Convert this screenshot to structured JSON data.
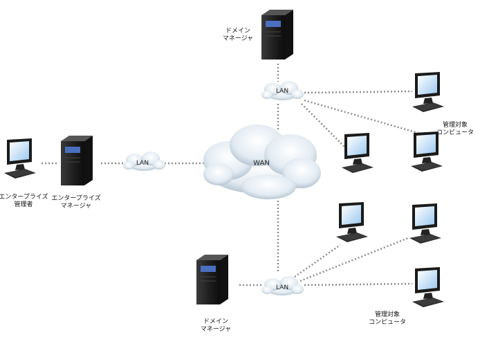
{
  "nodes": {
    "enterprise_admin": "エンタープライズ\n管理者",
    "enterprise_manager": "エンタープライズ\nマネージャ",
    "domain_manager_top": "ドメイン\nマネージャ",
    "domain_manager_bottom": "ドメイン\nマネージャ",
    "managed_computers_top": "管理対象\nコンピュータ",
    "managed_computers_bottom": "管理対象\nコンピュータ"
  },
  "clouds": {
    "lan_left": "LAN",
    "lan_top": "LAN",
    "lan_bottom": "LAN",
    "wan": "WAN"
  },
  "colors": {
    "link": "#8c8c8c",
    "server_body": "#2a2a2a",
    "server_panel": "#4a6fbf",
    "monitor_screen": "#cfe6ff",
    "cloud": "#d9e4ee"
  }
}
